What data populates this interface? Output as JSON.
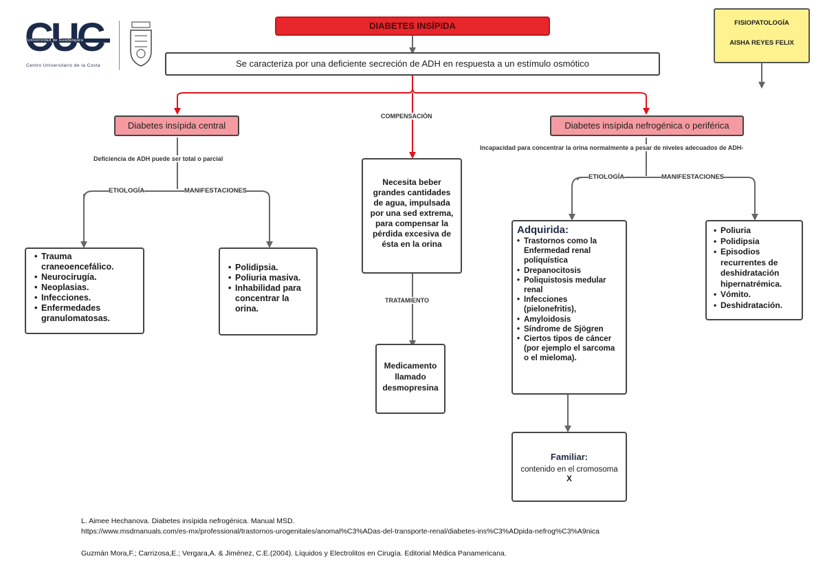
{
  "logo": {
    "letters": "CUC",
    "university": "Universidad de Guadalajara",
    "center": "Centro Universitario de la Costa"
  },
  "title": "DIABETES INSÍPIDA",
  "definition": "Se caracteriza por una deficiente secreción de ADH en respuesta a un estímulo osmótico",
  "note": {
    "subject": "FISIOPATOLOGÍA",
    "author": "AISHA REYES FELIX"
  },
  "central": {
    "title": "Diabetes insípida central",
    "subtitle": "Deficiencia de ADH puede ser total o parcial",
    "etiology_label": "ETIOLOGÍA",
    "manifest_label": "MANIFESTACIONES",
    "etiology_items": [
      "Trauma craneoencefálico.",
      "Neurocirugía.",
      "Neoplasias.",
      "Infecciones.",
      "Enfermedades granulomatosas."
    ],
    "manifest_items": [
      "Polidipsia.",
      "Poliuria masiva.",
      "Inhabilidad para concentrar la orina."
    ]
  },
  "compensation": {
    "label": "COMPENSACIÓN",
    "text": "Necesita beber grandes cantidades de agua, impulsada por una sed extrema, para compensar la pérdida excesiva de ésta en la orina",
    "treatment_label": "TRATAMIENTO",
    "treatment_text": "Medicamento llamado desmopresina"
  },
  "nephrogenic": {
    "title": "Diabetes insípida nefrogénica o periférica",
    "subtitle": "Incapacidad para concentrar la orina normalmente a pesar de niveles adecuados de ADH-",
    "etiology_label": "ETIOLOGÍA",
    "manifest_label": "MANIFESTACIONES",
    "acquired_title": "Adquirida:",
    "acquired_items": [
      "Trastornos como la Enfermedad renal poliquística",
      "Drepanocitosis",
      " Poliquistosis medular renal",
      "Infecciones (pielonefritis),",
      " Amyloidosis",
      "Síndrome de Sjögren",
      "Ciertos tipos de cáncer (por ejemplo el sarcoma o el mieloma)."
    ],
    "manifest_items": [
      "Poliuria",
      "Polidipsia",
      "Episodios recurrentes de deshidratación hipernatrémica.",
      "Vómito.",
      "Deshidratación."
    ],
    "familial_title": "Familiar:",
    "familial_text": "contenido en el cromosoma",
    "familial_x": "X"
  },
  "references": [
    "L. Aimee Hechanova. Diabetes insípida nefrogénica. Manual MSD.",
    "https://www.msdmanuals.com/es-mx/professional/trastornos-urogenitales/anomal%C3%ADas-del-transporte-renal/diabetes-ins%C3%ADpida-nefrog%C3%A9nica",
    "Guzmán Mora,F.; Carrizosa,E.; Vergara,A. & Jiménez, C.E.(2004). Líquidos y Electrolitos en Cirugía. Editorial Médica Panamericana."
  ],
  "colors": {
    "red": "#e8262b",
    "pink": "#f59aa0",
    "yellow": "#fdf28e",
    "connector": "#666666"
  }
}
